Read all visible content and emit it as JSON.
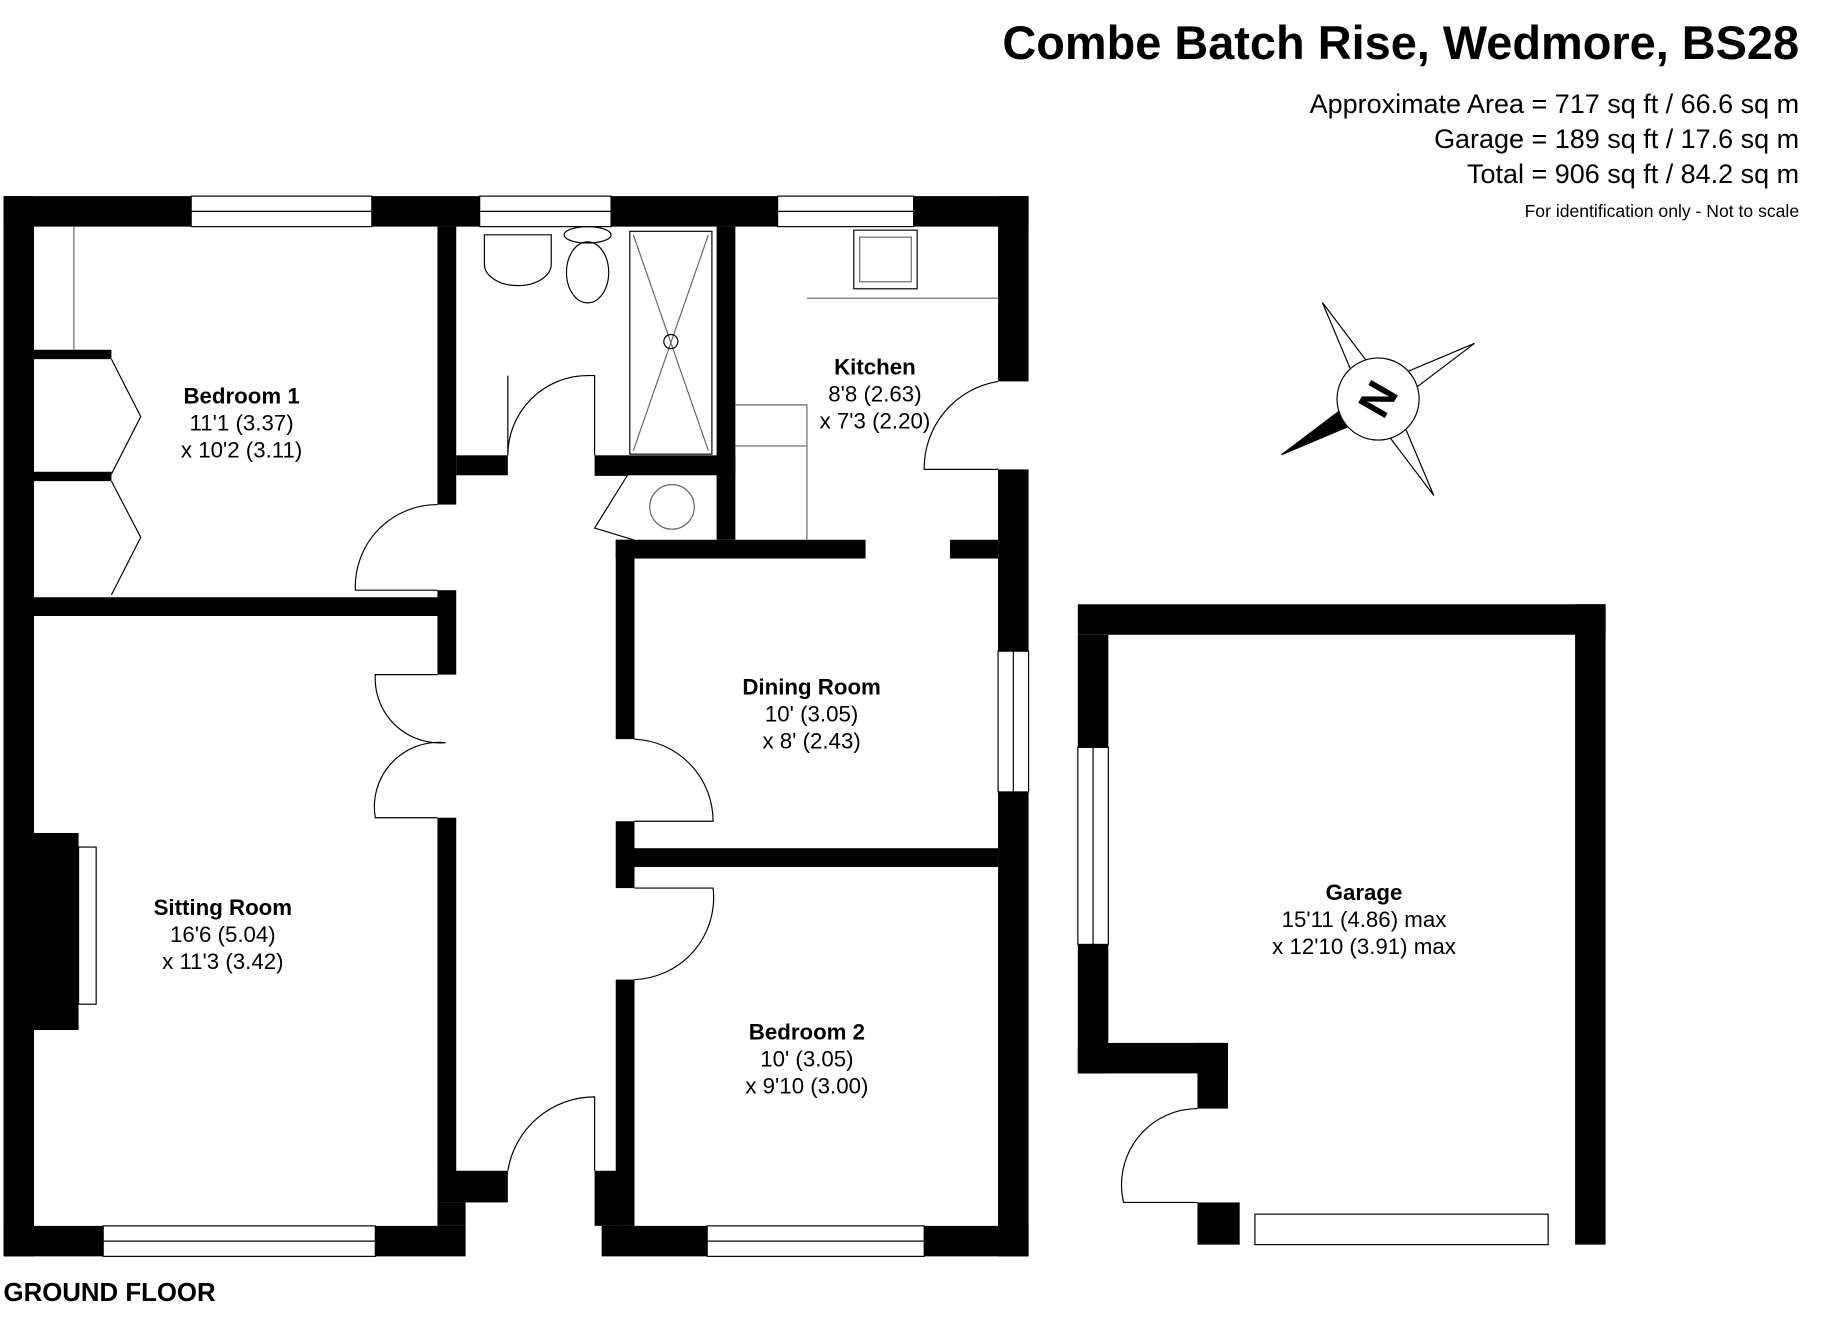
{
  "header": {
    "title": "Combe Batch Rise, Wedmore, BS28",
    "area_lines": [
      "Approximate Area = 717 sq ft / 66.6 sq m",
      "Garage = 189 sq ft / 17.6 sq m",
      "Total = 906 sq ft / 84.2 sq m"
    ],
    "disclaimer": "For identification only - Not to scale"
  },
  "floor_label": "GROUND FLOOR",
  "compass": {
    "letter": "N"
  },
  "rooms": {
    "bedroom1": {
      "name": "Bedroom 1",
      "dim1": "11'1 (3.37)",
      "dim2": "x 10'2 (3.11)"
    },
    "kitchen": {
      "name": "Kitchen",
      "dim1": "8'8 (2.63)",
      "dim2": "x 7'3 (2.20)"
    },
    "dining": {
      "name": "Dining Room",
      "dim1": "10' (3.05)",
      "dim2": "x 8' (2.43)"
    },
    "sitting": {
      "name": "Sitting Room",
      "dim1": "16'6 (5.04)",
      "dim2": "x 11'3 (3.42)"
    },
    "bedroom2": {
      "name": "Bedroom 2",
      "dim1": "10' (3.05)",
      "dim2": "x 9'10 (3.00)"
    },
    "garage": {
      "name": "Garage",
      "dim1": "15'11 (4.86) max",
      "dim2": "x 12'10 (3.91) max"
    }
  }
}
